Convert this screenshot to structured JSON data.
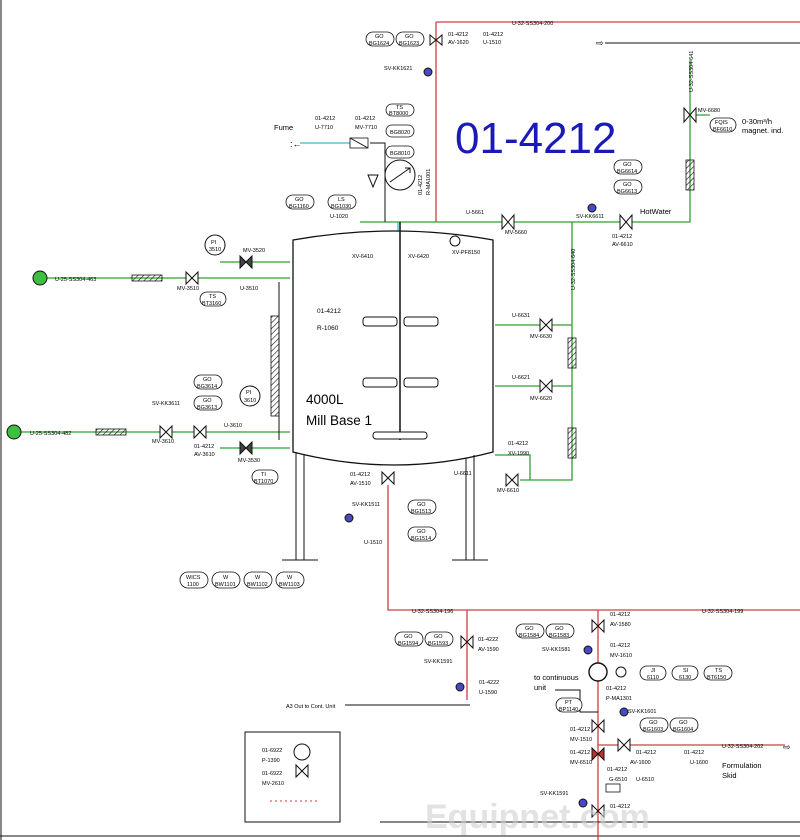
{
  "plant_id": "01-4212",
  "watermark": "Equipnet.com",
  "vessel": {
    "volume": "4000L",
    "name": "Mill Base 1",
    "tag_top": "01-4212",
    "tag_bottom": "R-1060"
  },
  "main_lines": {
    "steam_top": "U-32-SS304-200",
    "inlet_1": "U-25-SS304-463",
    "inlet_2": "U-25-SS304-482",
    "header_red": "U-32-SS304-196",
    "header_red_right": "U-32-SS304-199",
    "out_right": "U-32-SS304-202",
    "vertical_green": "U-32-SS304-640",
    "vertical_top_right": "U-32-SS304-641"
  },
  "labels": {
    "fume": "Fume",
    "hotwater": "HotWater",
    "flow_rate": "0-30m³/h",
    "flow_rate_2": "magnet. ind.",
    "to_continuous_1": "to continuous",
    "to_continuous_2": "unit",
    "formulation_1": "Formulation",
    "formulation_2": "Skid",
    "a3_out": "A3 Out to Cont. Unit"
  },
  "tags": {
    "t_01_4212_a": "01-4212",
    "av_1620": "AV-1620",
    "u_1510_top": "U-1510",
    "t_01_4212_b": "01-4212",
    "sv_kk1621": "SV-KK1621",
    "t_01_4212_c": "01-4212",
    "u_7710": "U-7710",
    "t_01_4212_d": "01-4212",
    "mv_7710": "MV-7710",
    "ts_bt8000": "BT8000",
    "bg8010": "BG8010",
    "bg8020": "BG8020",
    "r_ma1001": "R-MA1001",
    "g_4212": "01-4212",
    "go_bg1624": "BG1624",
    "go_bg1623": "BG1623",
    "bg1160": "BG1160",
    "ls_bg1030": "BG1030",
    "u_1020": "U-1020",
    "u_5661": "U-5661",
    "mv_5660": "MV-5660",
    "sv_kk6611": "SV-KK6611",
    "t_01_4212_e": "01-4212",
    "av_6610": "AV-6610",
    "go_bg6614": "BG6614",
    "go_bg6613": "BG6613",
    "mv_6680": "MV-6680",
    "fqis": "FQIS",
    "bf6610": "BF6610",
    "xv_6410": "XV-6410",
    "xv_6420": "XV-6420",
    "xv_pf8150": "XV-PF8150",
    "pi_3510": "3510",
    "mv_3520": "MV-3520",
    "mv_3510": "MV-3510",
    "u_3510": "U-3510",
    "ts_bt3160": "BT3160",
    "sv_kk3611": "SV-KK3611",
    "go_bg3614": "BG3614",
    "go_bg3613": "BG3613",
    "mv_3610": "MV-3610",
    "t_01_4212_f": "01-4212",
    "av_3610": "AV-3610",
    "u_3610": "U-3610",
    "pi_3610": "3610",
    "mv_3530": "MV-3530",
    "bt1070": "BT1070",
    "u_6631": "U-6631",
    "mv_6630": "MV-6630",
    "u_6621": "U-6621",
    "mv_6620": "MV-6620",
    "t_01_4212_g": "01-4212",
    "xv_1990": "XV-1990",
    "mv_6610": "MV-6610",
    "u_6611": "U-6611",
    "t_01_4212_h": "01-4212",
    "av_1510": "AV-1510",
    "sv_kk1511": "SV-KK1511",
    "go_bg1513": "BG1513",
    "go_bg1514": "BG1514",
    "u_1510": "U-1510",
    "wics": "WICS",
    "w1": "BW1101",
    "w2": "BW1102",
    "w3": "BW1103",
    "wics_n": "1100",
    "go_bg1594": "BG1594",
    "go_bg1593": "BG1593",
    "t_01_4222_a": "01-4222",
    "av_1590": "AV-1590",
    "sv_kk1591": "SV-KK1591",
    "t_01_4222_b": "01-4222",
    "u_1590": "U-1590",
    "go_bg1584": "BG1584",
    "go_bg1583": "BG1583",
    "t_01_4212_i": "01-4212",
    "av_1580": "AV-1580",
    "sv_kk1581": "SV-KK1581",
    "t_01_4212_j": "01-4212",
    "mv_1610": "MV-1610",
    "t_01_4212_k": "01-4212",
    "p_ma1301": "P-MA1301",
    "ji_6110": "6110",
    "si_6130": "6130",
    "ts_bt6150": "BT6150",
    "bp1140": "BP1140",
    "sv_kk1601": "SV-KK1601",
    "t_01_4212_l": "01-4212",
    "mv_1510": "MV-1510",
    "go_bg1603": "BG1603",
    "go_bg1604": "BG1604",
    "t_01_4212_m": "01-4212",
    "mv_6510": "MV-6510",
    "t_01_4212_n": "01-4212",
    "av_1600": "AV-1600",
    "u_1600": "U-1600",
    "g_6510": "G-6510",
    "u_6510": "U-6510",
    "t_01_4212_o": "01-4212",
    "t_01_4212_p": "01-4212",
    "sv_kk1591b": "SV-KK1591",
    "t_01_4212_q": "01-4212",
    "box_01_6922": "01-6922",
    "box_p1390": "P-1390",
    "box_01_6922b": "01-6922",
    "box_mv2610": "MV-2610",
    "go": "GO",
    "ls": "LS",
    "ts": "TS",
    "pi": "PI",
    "ti": "TI",
    "w": "W",
    "ji": "JI",
    "si": "SI",
    "pt": "PT"
  }
}
